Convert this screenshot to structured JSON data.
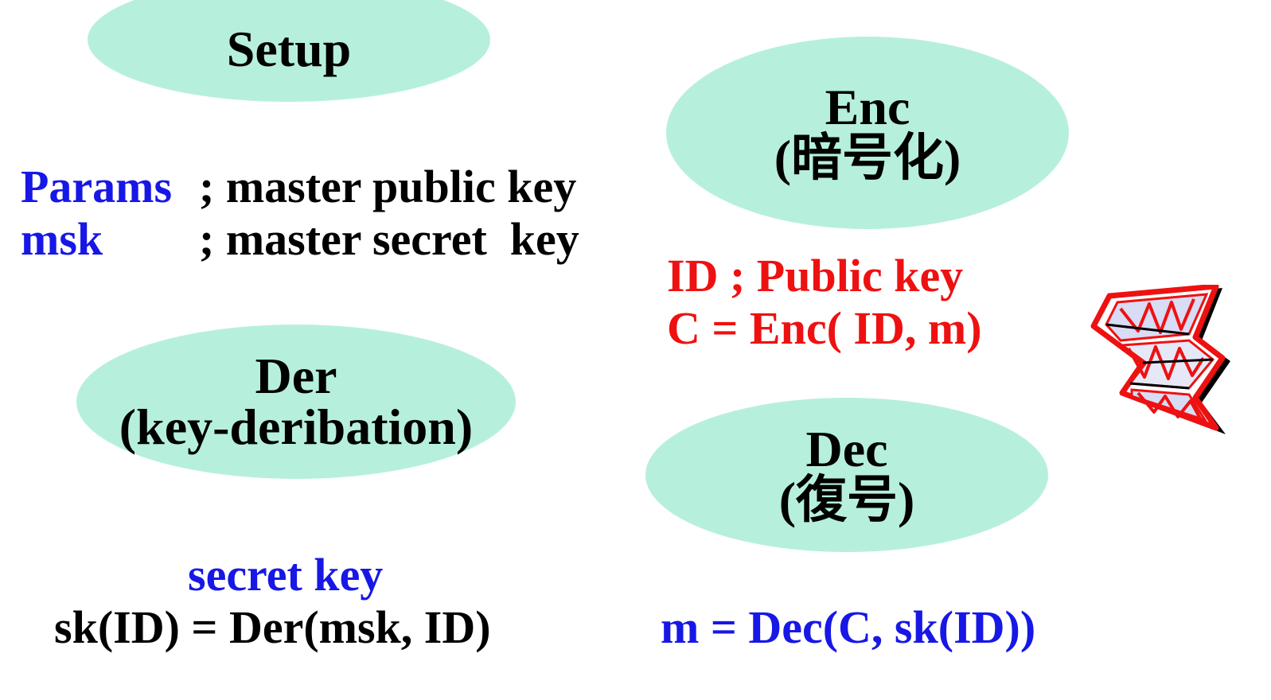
{
  "setup": {
    "title": "Setup"
  },
  "setup_output": {
    "params_label": "Params",
    "params_desc": "; master public key",
    "msk_label": "msk",
    "msk_desc": "; master secret  key"
  },
  "enc": {
    "title": "Enc",
    "subtitle": "(暗号化)",
    "id_line": "ID ; Public key",
    "formula": "C = Enc( ID, m)"
  },
  "der": {
    "title": "Der",
    "subtitle": "(key-deribation)",
    "secret_label": "secret key",
    "formula": "sk(ID) = Der(msk, ID)"
  },
  "dec": {
    "title": "Dec",
    "subtitle": "(復号)",
    "formula": "m = Dec(C, sk(ID))"
  },
  "icons": {
    "document": "folded-ciphertext-document-icon"
  },
  "colors": {
    "ellipse_fill": "#b6f0dc",
    "blue_text": "#1717e6",
    "red_text": "#ee1111",
    "black_text": "#000000"
  }
}
